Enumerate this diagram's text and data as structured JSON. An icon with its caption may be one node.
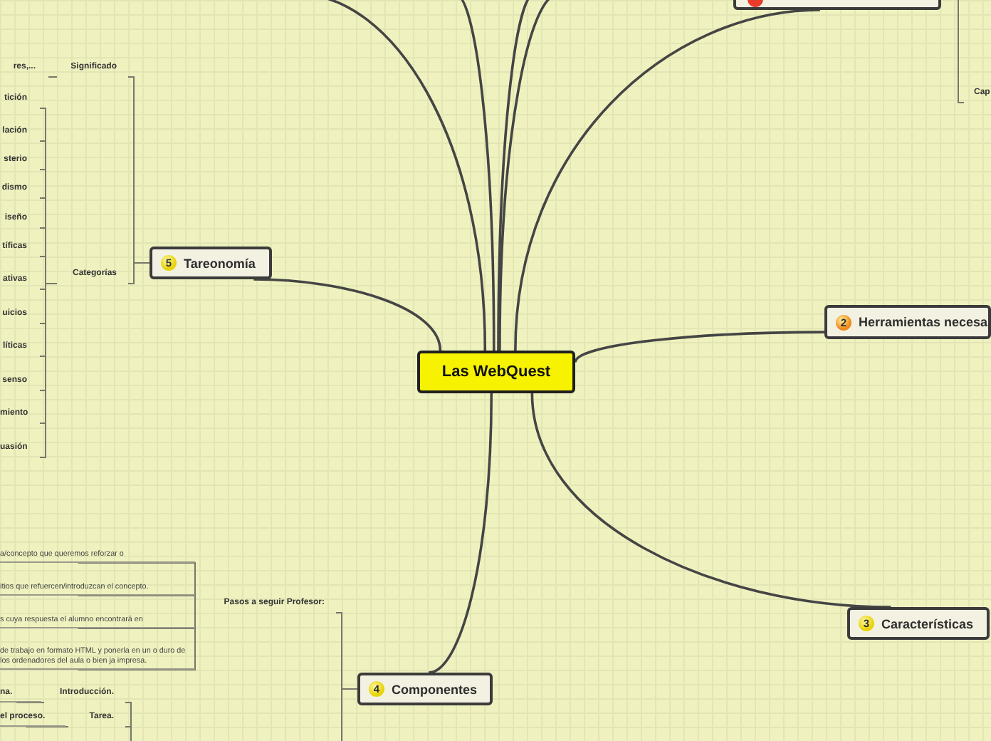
{
  "diagram": {
    "nodes": [
      {
        "text": [
          "Las WebQuest"
        ]
      },
      {
        "text": [],
        "shape": "box"
      },
      {
        "text": [
          "2",
          "Herramientas necesa"
        ]
      },
      {
        "text": [
          "3",
          "Características"
        ]
      },
      {
        "text": [
          "4",
          "Componentes"
        ]
      },
      {
        "text": [
          "5",
          "Tareonomía"
        ]
      },
      {
        "text": [
          "Significado"
        ]
      },
      {
        "text": [
          "res,..."
        ]
      },
      {
        "text": [
          "Categorías"
        ]
      },
      {
        "text": [
          "tición"
        ]
      },
      {
        "text": [
          "lación"
        ]
      },
      {
        "text": [
          "sterio"
        ]
      },
      {
        "text": [
          "dismo"
        ]
      },
      {
        "text": [
          "iseño"
        ]
      },
      {
        "text": [
          "tíficas"
        ]
      },
      {
        "text": [
          "ativas"
        ]
      },
      {
        "text": [
          "uicios"
        ]
      },
      {
        "text": [
          "líticas"
        ]
      },
      {
        "text": [
          "senso"
        ]
      },
      {
        "text": [
          "miento"
        ]
      },
      {
        "text": [
          "uasión"
        ]
      },
      {
        "text": [
          "Pasos a seguir Profesor:"
        ]
      },
      {
        "text": [
          "a/concepto que queremos reforzar o"
        ]
      },
      {
        "text": [
          "itios que refuercen/introduzcan el concepto."
        ]
      },
      {
        "text": [
          "s cuya respuesta el alumno encontrará en"
        ]
      },
      {
        "text": [
          "de trabajo en formato HTML y ponerla en un o duro de los ordenadores del aula o bien ja impresa."
        ]
      },
      {
        "text": [
          "Introducción."
        ]
      },
      {
        "text": [
          "na."
        ]
      },
      {
        "text": [
          "Tarea."
        ]
      },
      {
        "text": [
          "el proceso."
        ]
      },
      {
        "text": [
          "Cap"
        ]
      }
    ],
    "edges": [
      {
        "from": 0,
        "to": null,
        "arrow": "none"
      },
      {
        "from": 0,
        "to": null,
        "arrow": "none"
      },
      {
        "from": 0,
        "to": null,
        "arrow": "none"
      },
      {
        "from": 0,
        "to": null,
        "arrow": "none"
      },
      {
        "from": 0,
        "to": 1,
        "arrow": "none"
      },
      {
        "from": 0,
        "to": 2,
        "arrow": "none"
      },
      {
        "from": 0,
        "to": 3,
        "arrow": "none"
      },
      {
        "from": 0,
        "to": 4,
        "arrow": "none"
      },
      {
        "from": 0,
        "to": 5,
        "arrow": "none"
      },
      {
        "from": 5,
        "to": 6,
        "arrow": "none"
      },
      {
        "from": 5,
        "to": 8,
        "arrow": "none"
      },
      {
        "from": 6,
        "to": 7,
        "arrow": "none"
      },
      {
        "from": 8,
        "to": 9,
        "arrow": "none"
      },
      {
        "from": 8,
        "to": 10,
        "arrow": "none"
      },
      {
        "from": 8,
        "to": 11,
        "arrow": "none"
      },
      {
        "from": 8,
        "to": 12,
        "arrow": "none"
      },
      {
        "from": 8,
        "to": 13,
        "arrow": "none"
      },
      {
        "from": 8,
        "to": 14,
        "arrow": "none"
      },
      {
        "from": 8,
        "to": 15,
        "arrow": "none"
      },
      {
        "from": 8,
        "to": 16,
        "arrow": "none"
      },
      {
        "from": 8,
        "to": 17,
        "arrow": "none"
      },
      {
        "from": 8,
        "to": 18,
        "arrow": "none"
      },
      {
        "from": 8,
        "to": 19,
        "arrow": "none"
      },
      {
        "from": 8,
        "to": 20,
        "arrow": "none"
      },
      {
        "from": 4,
        "to": 21,
        "arrow": "none"
      },
      {
        "from": 21,
        "to": 22,
        "arrow": "none"
      },
      {
        "from": 21,
        "to": 23,
        "arrow": "none"
      },
      {
        "from": 21,
        "to": 24,
        "arrow": "none"
      },
      {
        "from": 21,
        "to": 25,
        "arrow": "none"
      },
      {
        "from": null,
        "to": 26,
        "arrow": "none"
      },
      {
        "from": 26,
        "to": 27,
        "arrow": "none"
      },
      {
        "from": null,
        "to": 28,
        "arrow": "none"
      },
      {
        "from": 28,
        "to": 29,
        "arrow": "none"
      },
      {
        "from": 1,
        "to": 30,
        "arrow": "none"
      },
      {
        "from": 4,
        "to": null,
        "arrow": "none"
      }
    ]
  }
}
